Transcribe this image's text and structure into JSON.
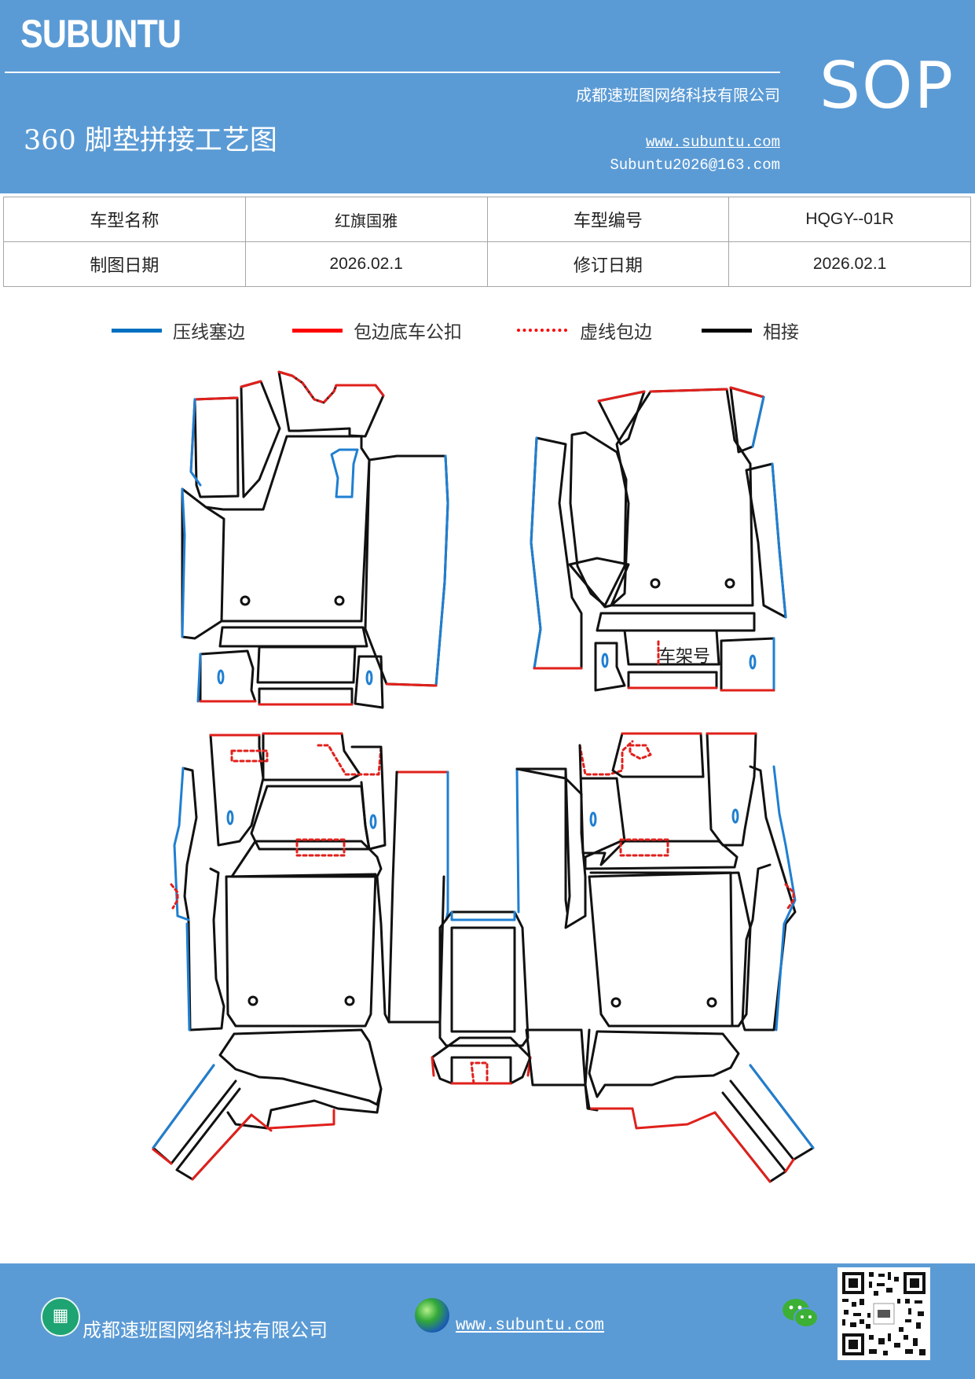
{
  "header": {
    "brand": "SUBUNTU",
    "badge": "SOP",
    "company": "成都速班图网络科技有限公司",
    "website": "www.subuntu.com",
    "email": "Subuntu2026@163.com",
    "title": "360 脚垫拼接工艺图"
  },
  "info_table": {
    "model_name_label": "车型名称",
    "model_name_value": "红旗国雅",
    "model_code_label": "车型编号",
    "model_code_value": "HQGY--01R",
    "draw_date_label": "制图日期",
    "draw_date_value": "2026.02.1",
    "revise_date_label": "修订日期",
    "revise_date_value": "2026.02.1"
  },
  "legend": [
    {
      "label": "压线塞边",
      "color": "#0070c0",
      "style": "solid"
    },
    {
      "label": "包边底车公扣",
      "color": "#ff0000",
      "style": "solid"
    },
    {
      "label": "虚线包边",
      "color": "#ff0000",
      "style": "dotted"
    },
    {
      "label": "相接",
      "color": "#000000",
      "style": "solid"
    }
  ],
  "drawing": {
    "frame_label": "车架号",
    "colors": {
      "pressed_edge": "#1f7fd1",
      "wrap_edge": "#e0201b",
      "joint": "#111111"
    }
  },
  "footer": {
    "company": "成都速班图网络科技有限公司",
    "website": "www.subuntu.com",
    "company_icon": "building-icon",
    "web_icon": "globe-icon",
    "social_icon": "wechat-icon",
    "qr_icon": "qr-code-icon"
  }
}
